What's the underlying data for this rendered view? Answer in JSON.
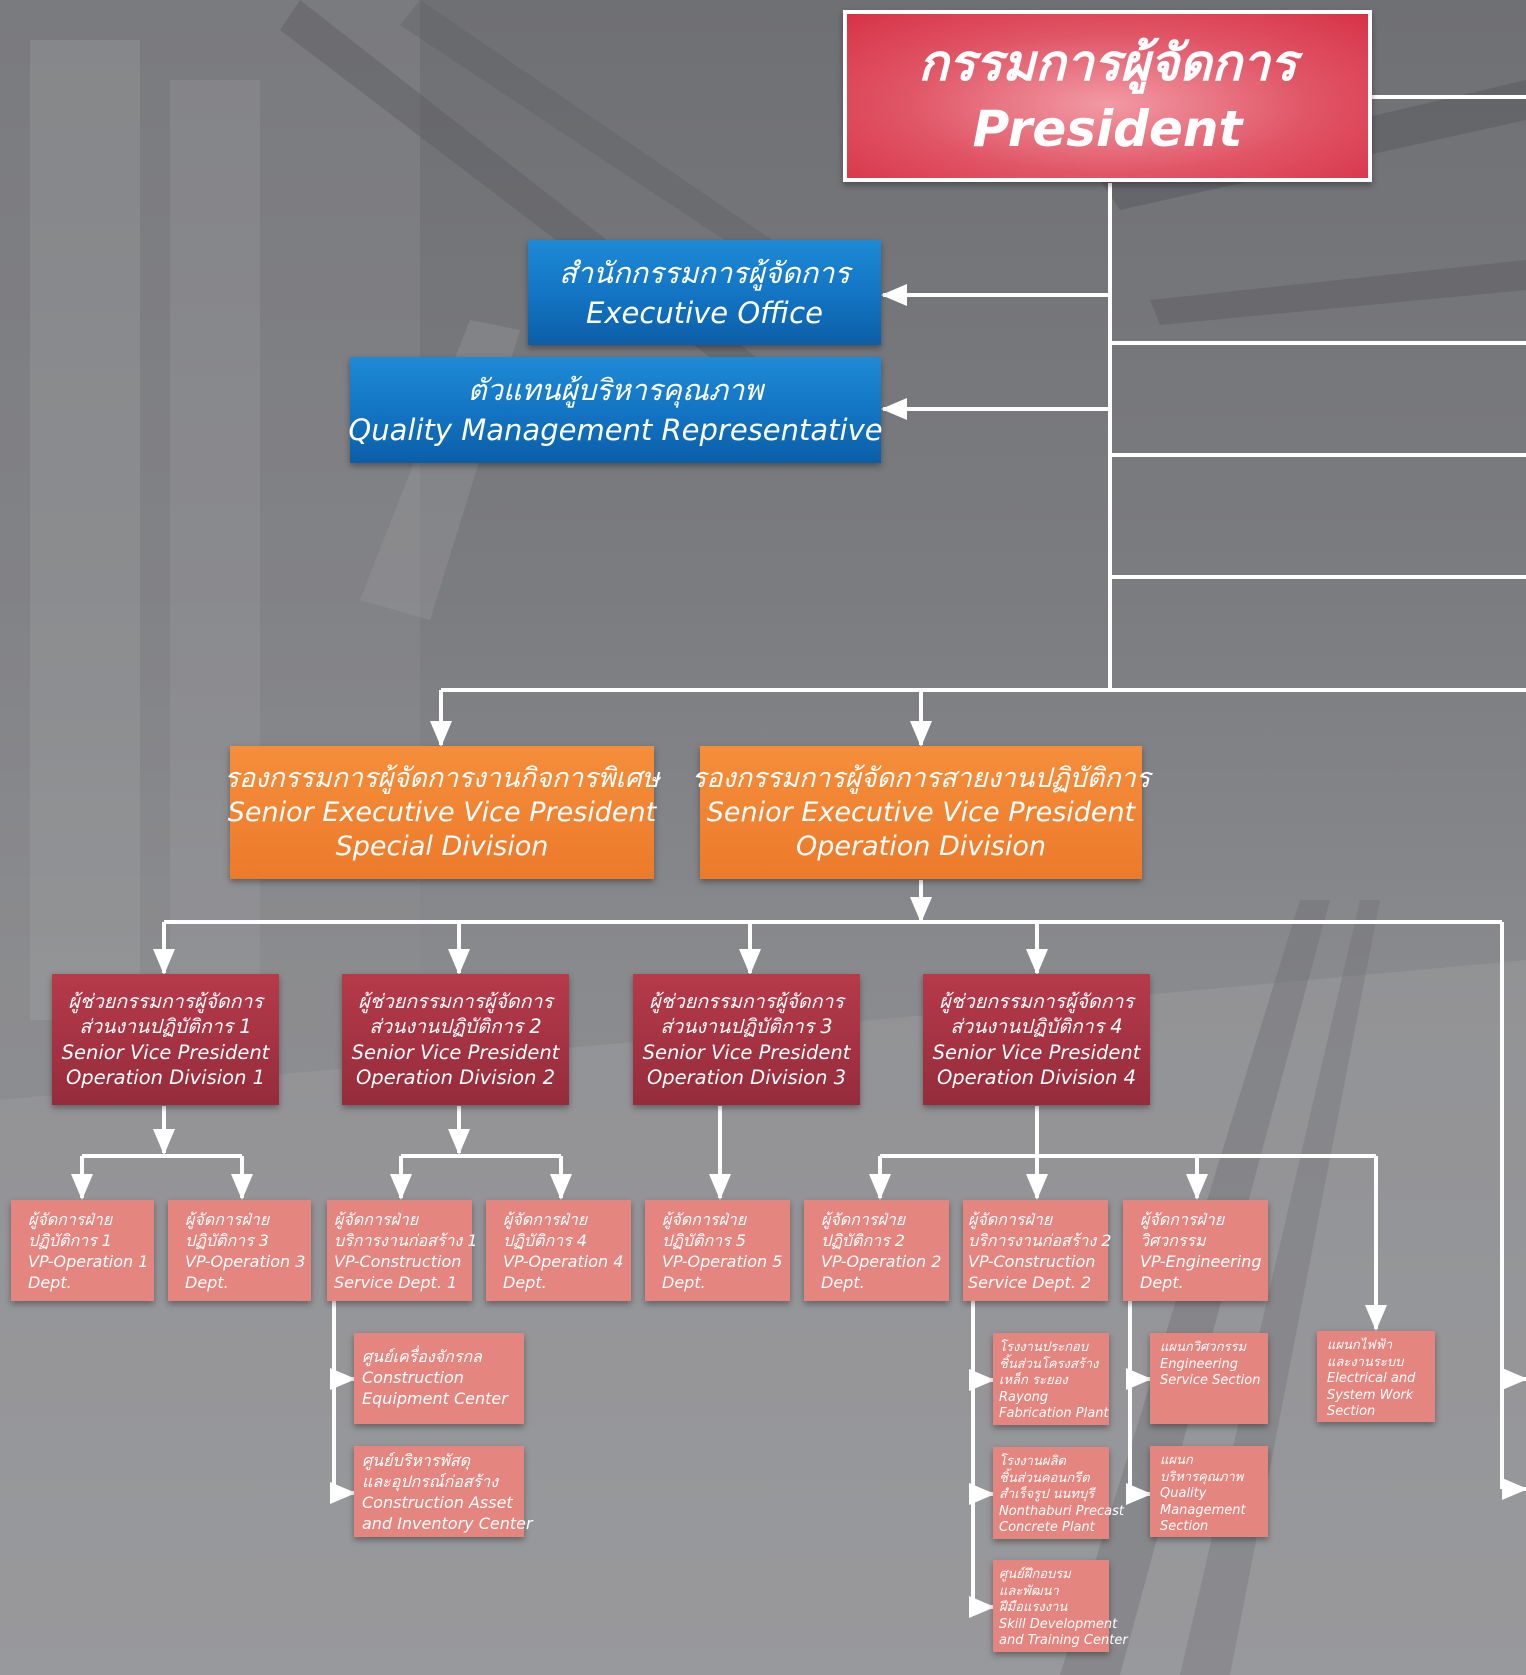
{
  "president": {
    "thai": "กรรมการผู้จัดการ",
    "english": "President"
  },
  "executive_office": {
    "thai": "สำนักกรรมการผู้จัดการ",
    "english": "Executive Office"
  },
  "quality_rep": {
    "thai": "ตัวแทนผู้บริหารคุณภาพ",
    "english": "Quality Management Representative"
  },
  "sevp_special": {
    "thai": "รองกรรมการผู้จัดการงานกิจการพิเศษ",
    "english_1": "Senior Executive Vice President",
    "english_2": "Special Division"
  },
  "sevp_operation": {
    "thai": "รองกรรมการผู้จัดการสายงานปฏิบัติการ",
    "english_1": "Senior Executive Vice President",
    "english_2": "Operation Division"
  },
  "svp_divisions": [
    {
      "thai_1": "ผู้ช่วยกรรมการผู้จัดการ",
      "thai_2": "ส่วนงานปฏิบัติการ 1",
      "english_1": "Senior Vice President",
      "english_2": "Operation Division 1"
    },
    {
      "thai_1": "ผู้ช่วยกรรมการผู้จัดการ",
      "thai_2": "ส่วนงานปฏิบัติการ 2",
      "english_1": "Senior Vice President",
      "english_2": "Operation Division 2"
    },
    {
      "thai_1": "ผู้ช่วยกรรมการผู้จัดการ",
      "thai_2": "ส่วนงานปฏิบัติการ 3",
      "english_1": "Senior Vice President",
      "english_2": "Operation Division 3"
    },
    {
      "thai_1": "ผู้ช่วยกรรมการผู้จัดการ",
      "thai_2": "ส่วนงานปฏิบัติการ 4",
      "english_1": "Senior Vice President",
      "english_2": "Operation Division 4"
    }
  ],
  "departments": [
    {
      "lines": [
        "ผู้จัดการฝ่าย",
        "ปฏิบัติการ 1",
        "VP-Operation 1",
        "Dept."
      ]
    },
    {
      "lines": [
        "ผู้จัดการฝ่าย",
        "ปฏิบัติการ 3",
        "VP-Operation 3",
        "Dept."
      ]
    },
    {
      "lines": [
        "ผู้จัดการฝ่าย",
        "บริการงานก่อสร้าง 1",
        "VP-Construction",
        "Service Dept. 1"
      ]
    },
    {
      "lines": [
        "ผู้จัดการฝ่าย",
        "ปฏิบัติการ 4",
        "VP-Operation 4",
        "Dept."
      ]
    },
    {
      "lines": [
        "ผู้จัดการฝ่าย",
        "ปฏิบัติการ 5",
        "VP-Operation 5",
        "Dept."
      ]
    },
    {
      "lines": [
        "ผู้จัดการฝ่าย",
        "ปฏิบัติการ 2",
        "VP-Operation 2",
        "Dept."
      ]
    },
    {
      "lines": [
        "ผู้จัดการฝ่าย",
        "บริการงานก่อสร้าง 2",
        "VP-Construction",
        "Service Dept. 2"
      ]
    },
    {
      "lines": [
        "ผู้จัดการฝ่าย",
        "วิศวกรรม",
        "VP-Engineering",
        "Dept."
      ]
    }
  ],
  "centers": [
    {
      "lines": [
        "ศูนย์เครื่องจักรกล",
        "Construction",
        "Equipment Center"
      ]
    },
    {
      "lines": [
        "ศูนย์บริหารพัสดุ",
        "และอุปกรณ์ก่อสร้าง",
        "Construction Asset",
        "and Inventory Center"
      ]
    }
  ],
  "plants": [
    {
      "lines": [
        "โรงงานประกอบ",
        "ชิ้นส่วนโครงสร้าง",
        "เหล็ก ระยอง",
        "Rayong",
        "Fabrication Plant"
      ]
    },
    {
      "lines": [
        "โรงงานผลิต",
        "ชิ้นส่วนคอนกรีต",
        "สำเร็จรูป นนทบุรี",
        "Nonthaburi Precast",
        "Concrete Plant"
      ]
    },
    {
      "lines": [
        "ศูนย์ฝึกอบรม",
        "และพัฒนา",
        "ฝีมือแรงงาน",
        "Skill Development",
        "and Training Center"
      ]
    }
  ],
  "sections": [
    {
      "lines": [
        "แผนกวิศวกรรม",
        "Engineering",
        "Service Section"
      ]
    },
    {
      "lines": [
        "แผนก",
        "บริหารคุณภาพ",
        "Quality",
        "Management",
        "Section"
      ]
    },
    {
      "lines": [
        "แผนกไฟฟ้า",
        "และงานระบบ",
        "Electrical and",
        "System Work",
        "Section"
      ]
    }
  ]
}
